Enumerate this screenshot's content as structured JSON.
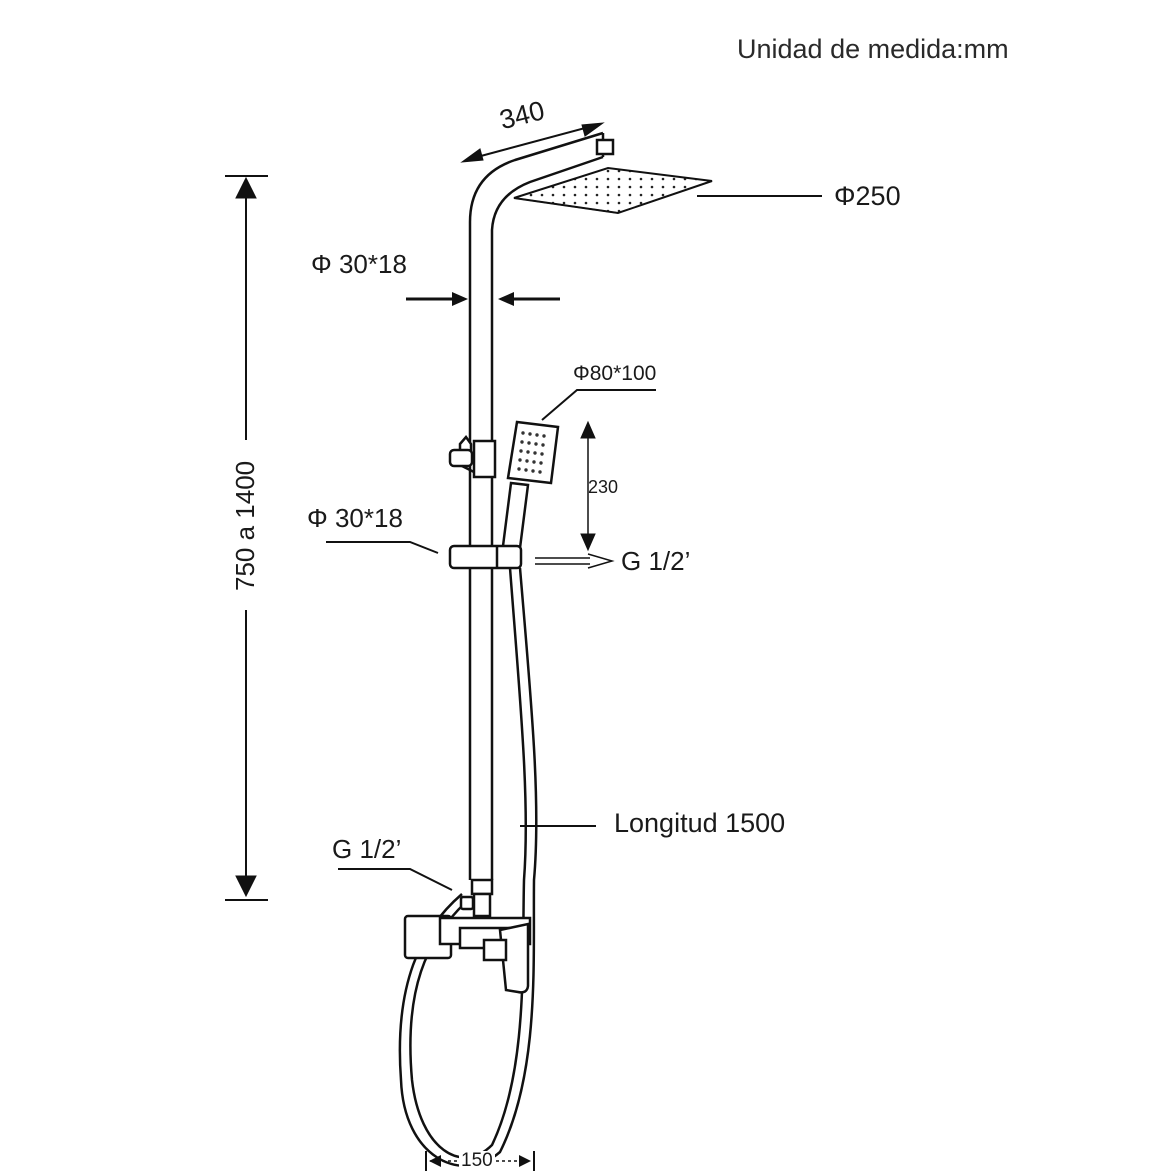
{
  "unit_label": "Unidad de medida:mm",
  "dimensions": {
    "arm_length": "340",
    "head_diameter": "Φ250",
    "pipe_upper": "Φ 30*18",
    "handshower_size": "Φ80*100",
    "handshower_length": "230",
    "pipe_lower": "Φ 30*18",
    "outlet_thread": "G 1/2’",
    "height_range": "750 a 1400",
    "hose_length": "Longitud 1500",
    "inlet_thread": "G 1/2’",
    "base_width": "150"
  },
  "colors": {
    "line": "#111111",
    "text": "#1a1a1a",
    "background": "#ffffff"
  }
}
